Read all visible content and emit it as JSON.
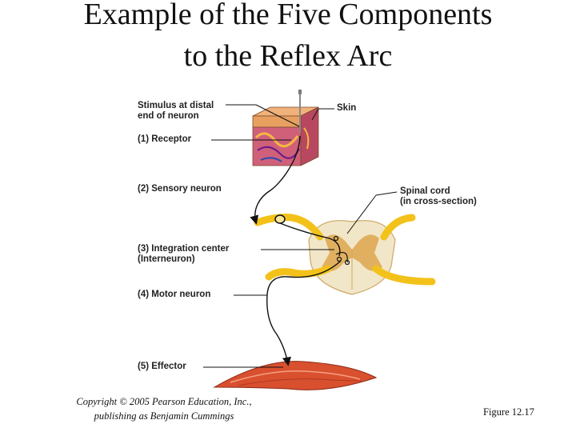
{
  "title": {
    "line1": "Example of the Five Components",
    "line2": "to the Reflex Arc"
  },
  "labels": {
    "stimulus_line1": "Stimulus at distal",
    "stimulus_line2": "end of neuron",
    "skin": "Skin",
    "receptor": "(1) Receptor",
    "sensory_neuron": "(2) Sensory neuron",
    "spinal_cord_line1": "Spinal cord",
    "spinal_cord_line2": "(in cross-section)",
    "integration_line1": "(3) Integration center",
    "integration_line2": "(Interneuron)",
    "motor_neuron": "(4) Motor neuron",
    "effector": "(5) Effector"
  },
  "footer": {
    "copyright_line1": "Copyright © 2005 Pearson Education, Inc.,",
    "copyright_line2": "publishing as Benjamin Cummings",
    "figure": "Figure 12.17"
  },
  "colors": {
    "skin_top": "#e8a060",
    "skin_dermis": "#d0607a",
    "spinal_white_matter": "#f2e6c8",
    "spinal_gray_matter": "#e0b060",
    "nerve_root": "#f3c21a",
    "muscle": "#d9502f"
  }
}
